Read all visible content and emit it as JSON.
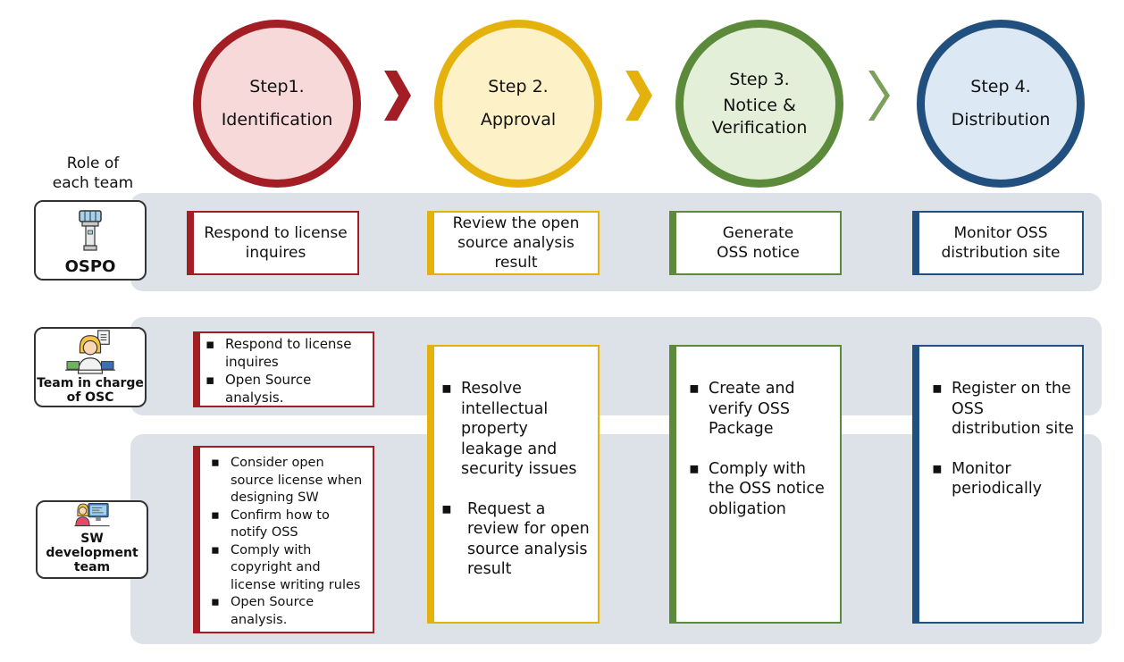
{
  "steps": [
    {
      "line1": "Step1.",
      "line2": "Identification",
      "line3": ""
    },
    {
      "line1": "Step 2.",
      "line2": "Approval",
      "line3": ""
    },
    {
      "line1": "Step 3.",
      "line2": "Notice &",
      "line3": "Verification"
    },
    {
      "line1": "Step 4.",
      "line2": "Distribution",
      "line3": ""
    }
  ],
  "roles_header": {
    "line1": "Role of",
    "line2": "each team"
  },
  "roles": [
    {
      "label": "OSPO",
      "icon": "control-tower-icon"
    },
    {
      "label_line1": "Team in charge",
      "label_line2": "of OSC",
      "icon": "office-worker-icon"
    },
    {
      "label_line1": "SW development",
      "label_line2": "team",
      "icon": "developer-at-computer-icon"
    }
  ],
  "ospo_tasks": [
    {
      "line1": "Respond to license",
      "line2": "inquires",
      "line3": ""
    },
    {
      "line1": "Review the open",
      "line2": "source analysis",
      "line3": "result"
    },
    {
      "line1": "Generate",
      "line2": "OSS notice",
      "line3": ""
    },
    {
      "line1": "Monitor OSS",
      "line2": "distribution site",
      "line3": ""
    }
  ],
  "osc_team_step1": [
    "Respond to license inquires",
    "Open Source analysis."
  ],
  "dev_team_step1": [
    "Consider open source license when designing SW",
    "Confirm how to notify OSS",
    "Comply with copyright and license writing rules",
    "Open Source analysis."
  ],
  "shared_step2": [
    "Resolve intellectual property leakage and security issues",
    "Request  a review for open source analysis result"
  ],
  "shared_step3": [
    "Create and verify OSS Package",
    "Comply with the OSS notice obligation"
  ],
  "shared_step4": [
    "Register on the OSS distribution site",
    "Monitor periodically"
  ],
  "colors": {
    "step1_ring": "#a31d24",
    "step1_fill": "#f7d9d9",
    "step2_ring": "#e5b10c",
    "step2_fill": "#fdf1c8",
    "step3_ring": "#5b8a3a",
    "step3_fill": "#e3efd8",
    "step4_ring": "#214f7e",
    "step4_fill": "#dde8f5",
    "band": "#dde1e8"
  }
}
